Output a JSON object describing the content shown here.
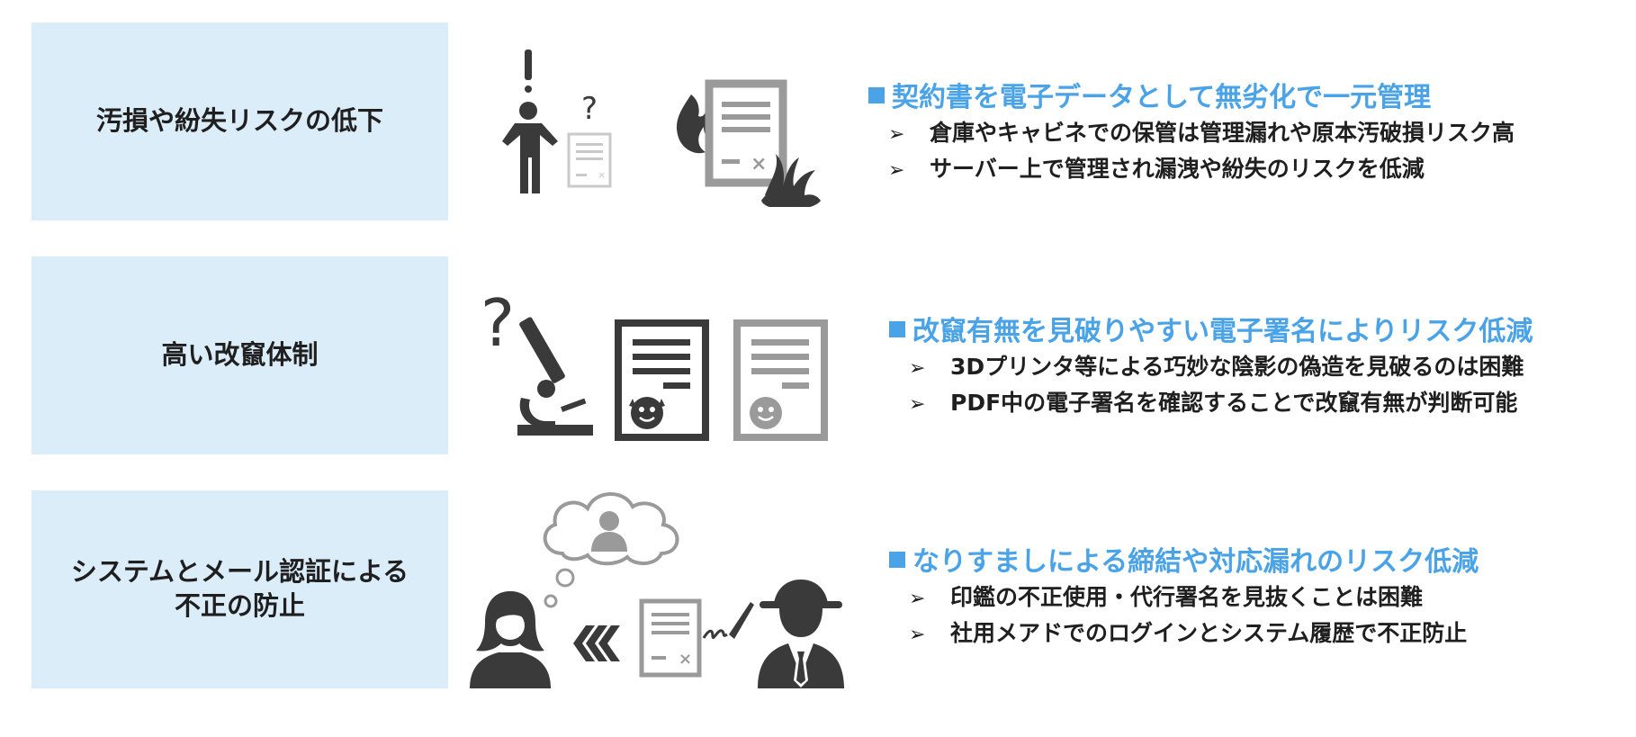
{
  "rows": [
    {
      "label": "汚損や紛失リスクの低下",
      "heading": "契約書を電子データとして無劣化で一元管理",
      "bullets": [
        "倉庫やキャビネでの保管は管理漏れや原本汚破損リスク高",
        "サーバー上で管理され漏洩や紛失のリスクを低減"
      ],
      "icons": [
        "confused-person-icon",
        "question-mark-icon",
        "document-icon",
        "burning-document-icon",
        "water-splash-icon"
      ]
    },
    {
      "label": "高い改竄体制",
      "heading": "改竄有無を見破りやすい電子署名によりリスク低減",
      "bullets": [
        "3Dプリンタ等による巧妙な陰影の偽造を見破るのは困難",
        "PDF中の電子署名を確認することで改竄有無が判断可能"
      ],
      "icons": [
        "question-mark-icon",
        "microscope-icon",
        "devil-document-icon",
        "smiley-document-icon"
      ]
    },
    {
      "label": "システムとメール認証による\n不正の防止",
      "heading": "なりすましによる締結や対応漏れのリスク低減",
      "bullets": [
        "印鑑の不正使用・代行署名を見抜くことは困難",
        "社用メアドでのログインとシステム履歴で不正防止"
      ],
      "icons": [
        "thought-cloud-person-icon",
        "woman-icon",
        "chevron-left-icon",
        "document-icon",
        "signature-pen-icon",
        "spy-icon"
      ]
    }
  ],
  "bullet_marker": "➢",
  "colors": {
    "label_bg": "#dcedfa",
    "heading": "#4aa3e6",
    "text": "#1f1f1f",
    "icon_dark": "#3a3a3a",
    "icon_gray": "#9a9a9a"
  }
}
